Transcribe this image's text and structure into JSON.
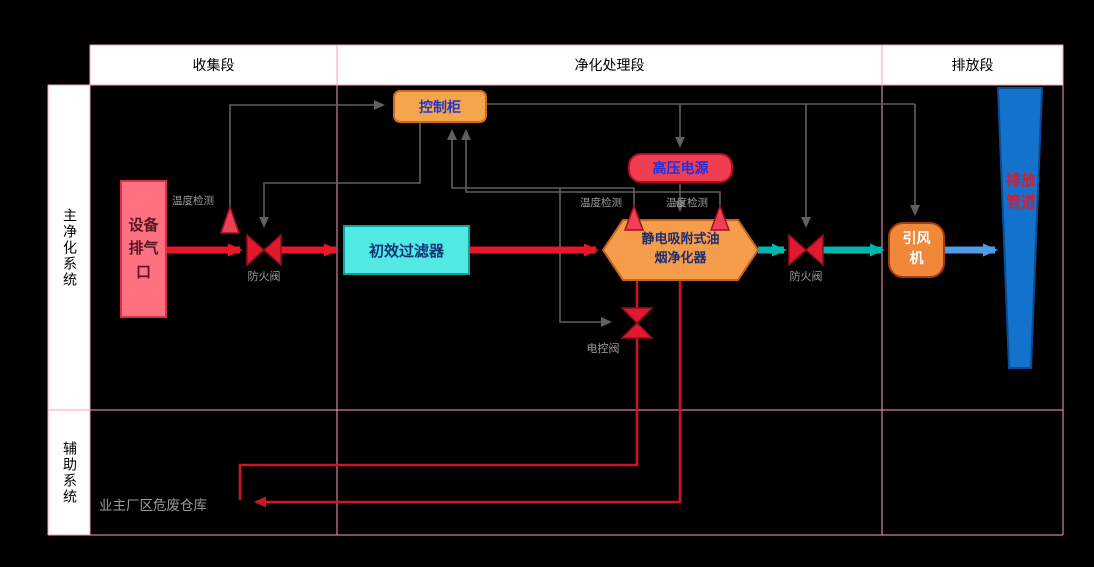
{
  "sections": {
    "header": [
      {
        "label": "收集段"
      },
      {
        "label": "净化处理段"
      },
      {
        "label": "排放段"
      }
    ],
    "rows": [
      {
        "label": "主净化系统"
      },
      {
        "label": "辅助系统"
      }
    ]
  },
  "nodes": {
    "exhaust_outlet": "设备排气口",
    "control_cabinet": "控制柜",
    "hv_power_supply": "高压电源",
    "primary_filter": "初效过滤器",
    "esp_purifier": "静电吸附式油烟净化器",
    "induced_draft_fan": "引风机",
    "exhaust_duct": "排放管道",
    "hazardous_waste_warehouse": "业主厂区危废仓库"
  },
  "labels": {
    "temperature_detection": "温度检测",
    "fire_damper": "防火阀",
    "electric_control_valve": "电控阀"
  },
  "colors": {
    "background": "#000000",
    "grid_line": "#ff9cc7",
    "main_flow_red": "#e8152b",
    "clean_flow_teal": "#00b5ad",
    "discharge_flow_blue": "#4f9de8",
    "control_line_gray": "#5f5f5f",
    "drain_line_red": "#d01425",
    "cabinet_fill": "#f5a54c",
    "hv_fill": "#ef3e52",
    "filter_fill": "#50e9e3",
    "exhaust_fill": "#ff7180",
    "purifier_fill": "#f59d4b",
    "fan_fill": "#ef8838",
    "duct_fill": "#1272cc"
  }
}
